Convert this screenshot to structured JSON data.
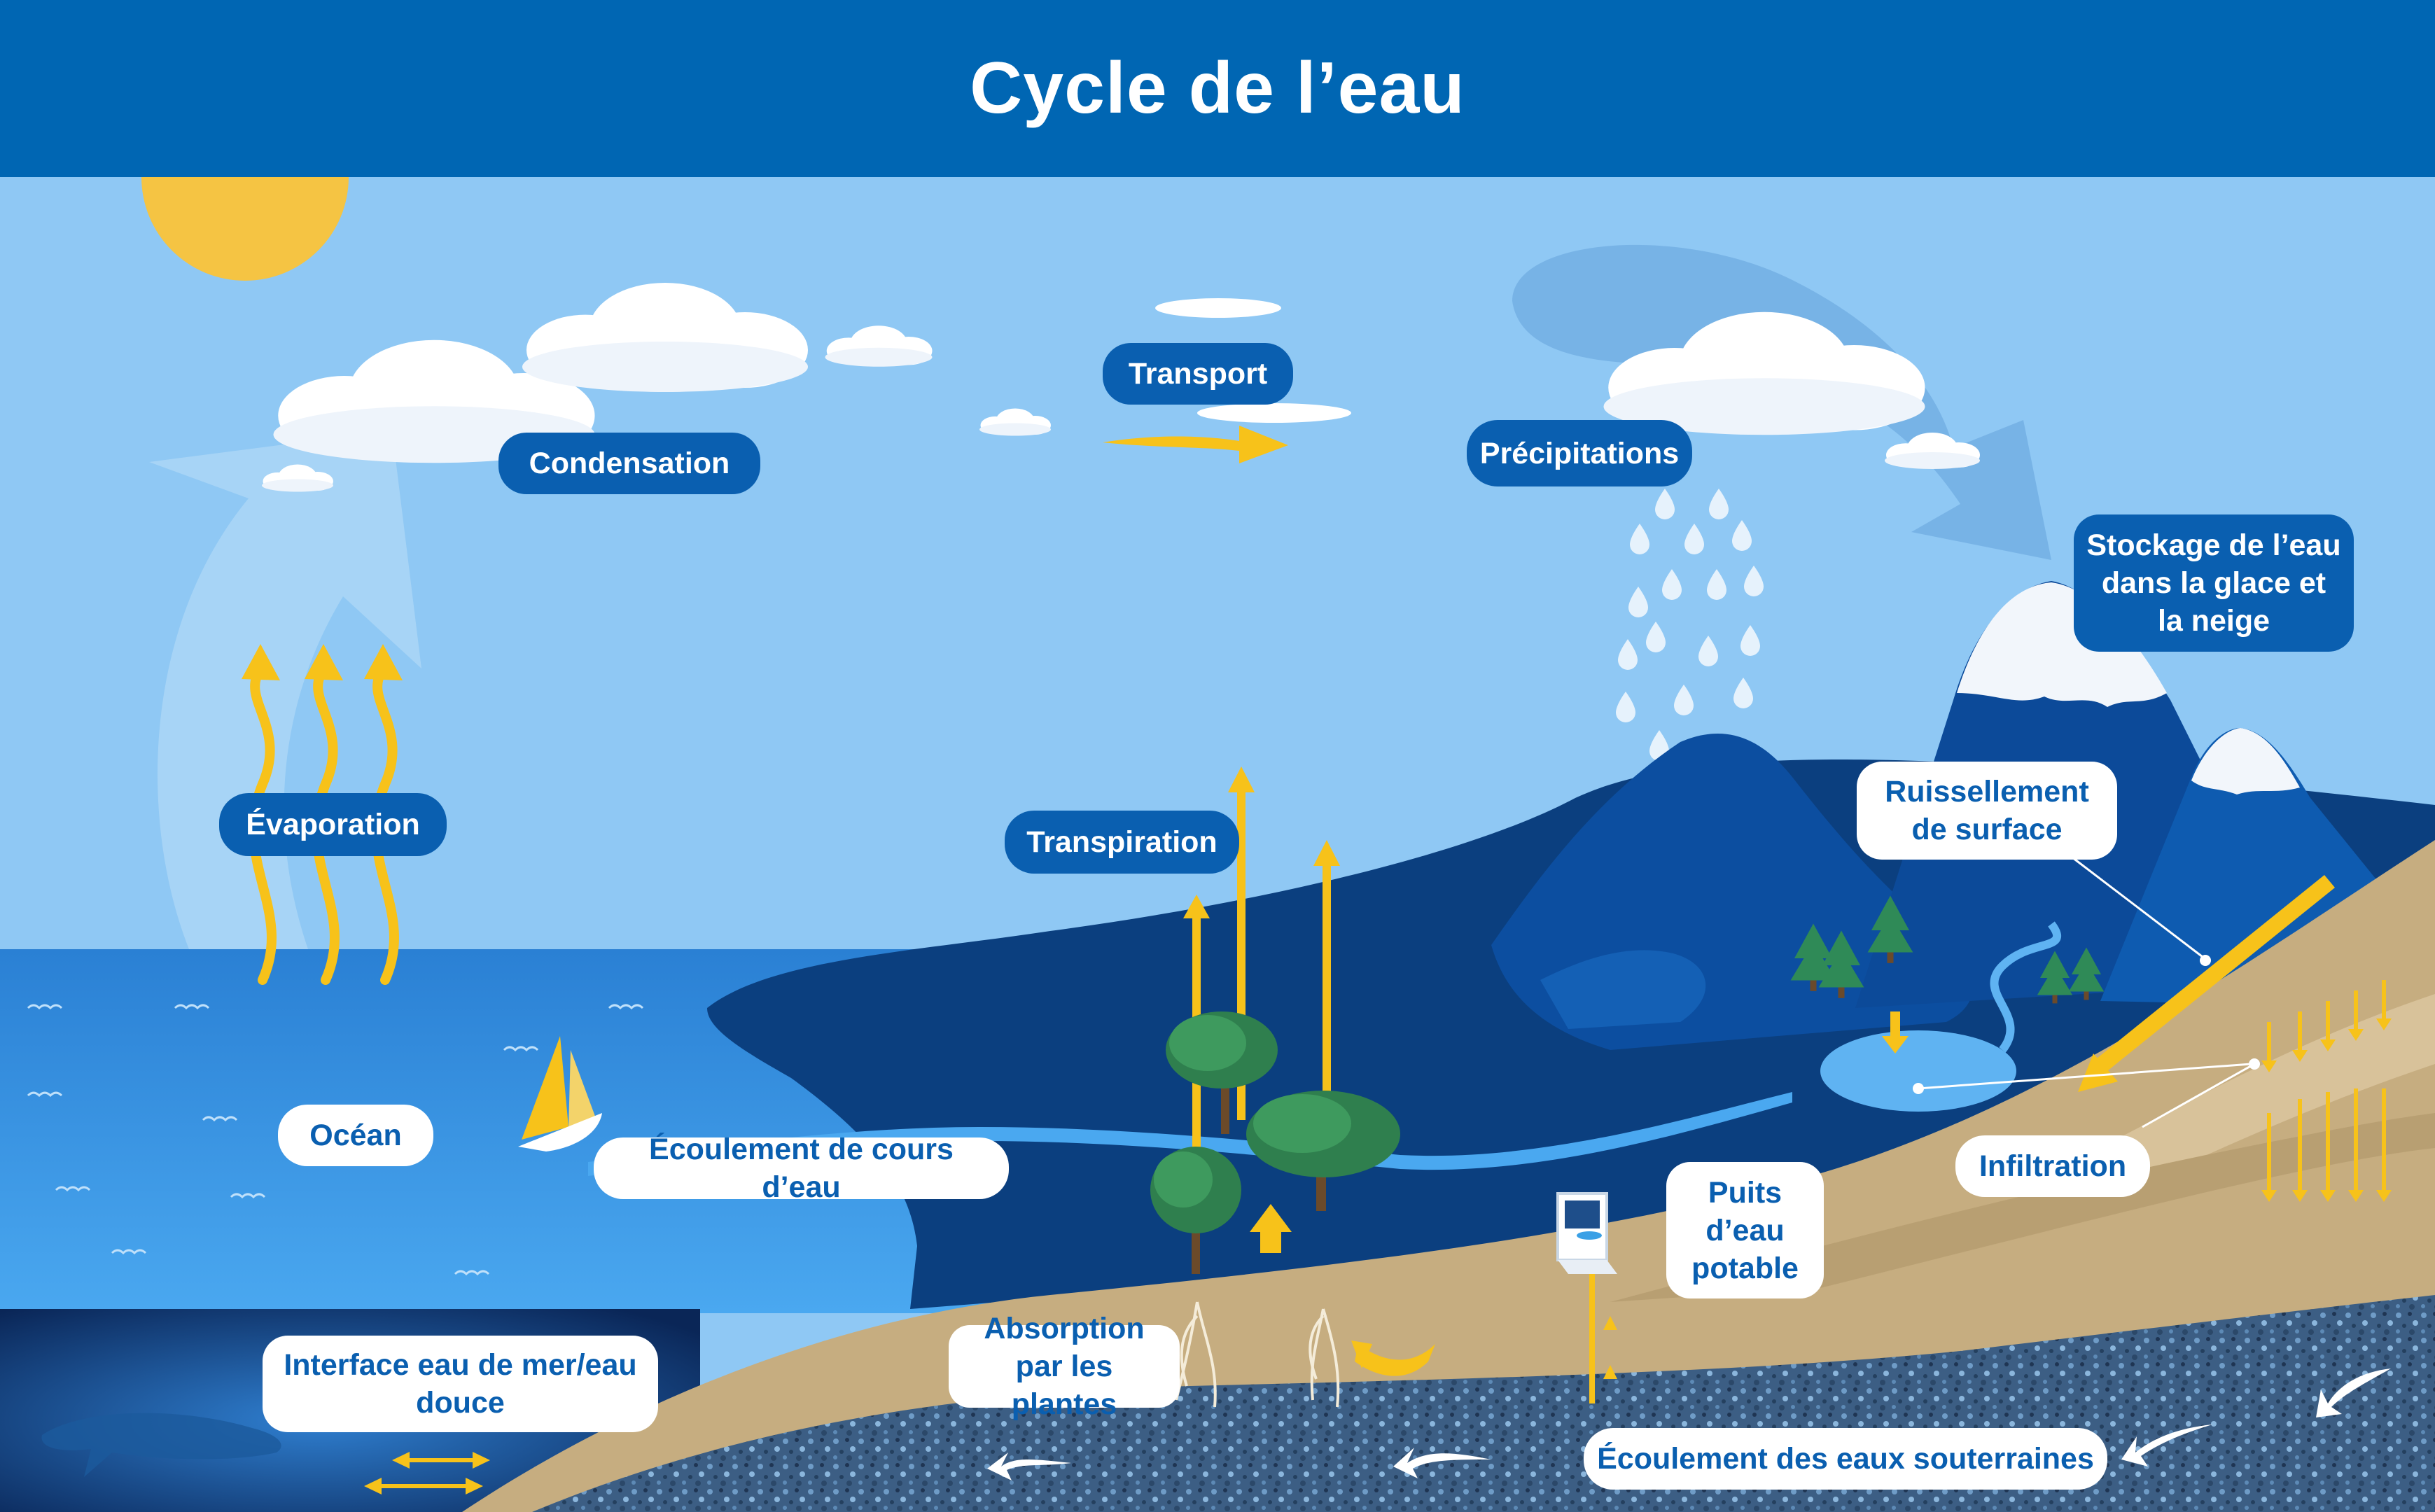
{
  "title": "Cycle de l’eau",
  "colors": {
    "header": "#0066b3",
    "sky": "#8fc8f4",
    "ocean": "#2f86d6",
    "ocean_deep": "#0a2a58",
    "land": "#0b3f7f",
    "mountain": "#0a3a80",
    "snow": "#ffffff",
    "sand": "#c6ad80",
    "groundwater": "#3a5f86",
    "arrow": "#f7c21a",
    "label_dark": "#0a5fb0",
    "label_light": "#ffffff"
  },
  "labels": {
    "condensation": "Condensation",
    "transport": "Transport",
    "precipitations": "Précipitations",
    "stockage": "Stockage de l’eau dans la glace et la neige",
    "evaporation": "Évaporation",
    "transpiration": "Transpiration",
    "ruissellement": "Ruissellement de surface",
    "ocean": "Océan",
    "ecoulement_cours": "Écoulement de cours d’eau",
    "infiltration": "Infiltration",
    "puits": "Puits d’eau potable",
    "interface": "Interface eau de mer/eau douce",
    "absorption": "Absorption par les plantes",
    "ecoulement_souterraines": "Écoulement des eaux souterraines"
  },
  "icons": [
    "sun-icon",
    "cloud-icon",
    "rain-drop-icon",
    "sailboat-icon",
    "tree-icon",
    "pine-tree-icon",
    "well-icon",
    "whale-icon",
    "arrow-icon"
  ]
}
